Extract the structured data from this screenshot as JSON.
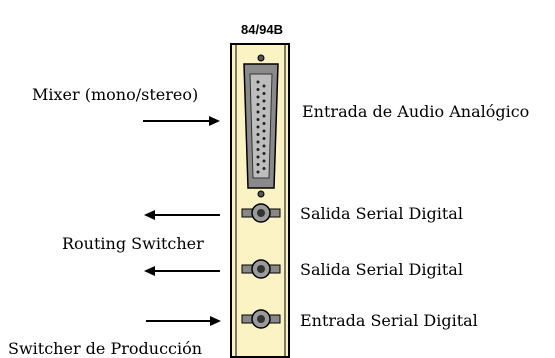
{
  "card": {
    "title": "84/94B",
    "panel_color": "#fbf3c4",
    "connector_color": "#7a7a7a"
  },
  "ports": [
    {
      "id": "audio",
      "type": "db25",
      "label": "Entrada de Audio Analógico",
      "direction": "in"
    },
    {
      "id": "sdi-out-1",
      "type": "bnc",
      "label": "Salida Serial Digital",
      "direction": "out"
    },
    {
      "id": "sdi-out-2",
      "type": "bnc",
      "label": "Salida Serial Digital",
      "direction": "out"
    },
    {
      "id": "sdi-in",
      "type": "bnc",
      "label": "Entrada Serial Digital",
      "direction": "in"
    }
  ],
  "sources": {
    "mixer": "Mixer (mono/stereo)",
    "routing": "Routing Switcher",
    "production": "Switcher de Producción"
  }
}
